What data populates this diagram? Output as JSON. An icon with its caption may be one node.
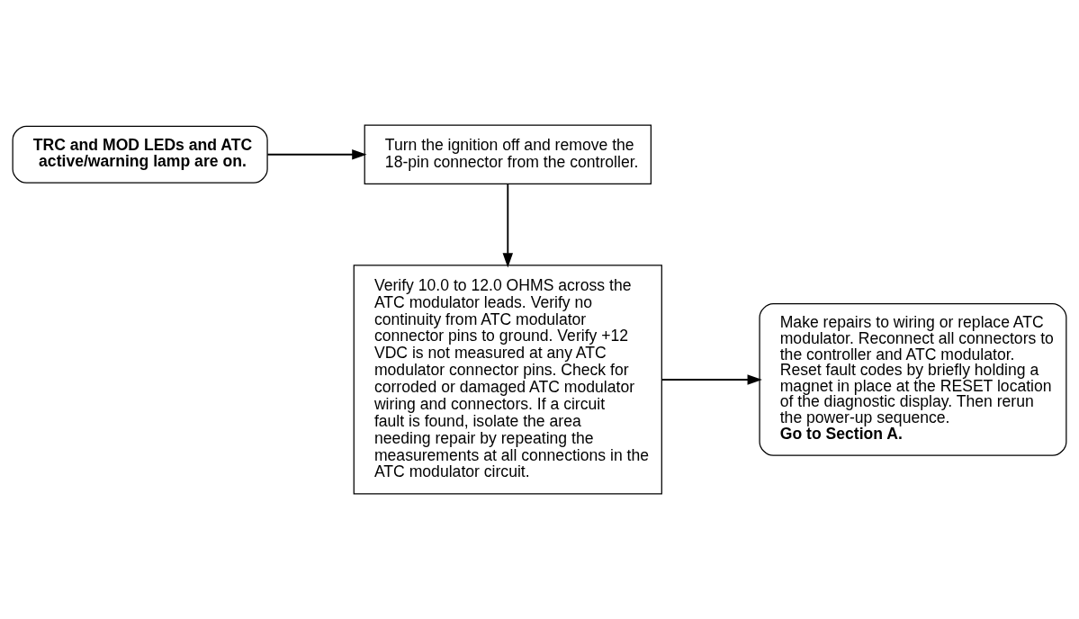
{
  "diagram": {
    "nodes": [
      {
        "text": [
          "TRC and MOD LEDs and ATC active/warning lamp are on."
        ]
      },
      {
        "text": [
          "Turn the ignition off and remove the 18-pin connector from the controller."
        ]
      },
      {
        "text": [
          "Verify 10.0 to 12.0 OHMS across the ATC modulator leads. Verify no continuity from ATC modulator connector pins to ground. Verify +12 VDC is not measured at any ATC modulator connector pins. Check for corroded or damaged ATC modulator wiring and connectors. If a circuit fault is found, isolate the area needing repair by repeating the measurements at all connections in the ATC modulator circuit."
        ]
      },
      {
        "text": [
          "Make repairs to wiring or replace ATC modulator. Reconnect all connectors to the controller and ATC modulator. Reset fault codes by briefly holding a magnet in place at the RESET location of the diagnostic display. Then rerun the power-up sequence. **Go to Section A.**"
        ]
      }
    ],
    "edges": [
      {
        "from": 0,
        "to": 1,
        "arrow": "to"
      },
      {
        "from": 1,
        "to": 2,
        "arrow": "to"
      },
      {
        "from": 2,
        "to": 3,
        "arrow": "to"
      }
    ]
  }
}
